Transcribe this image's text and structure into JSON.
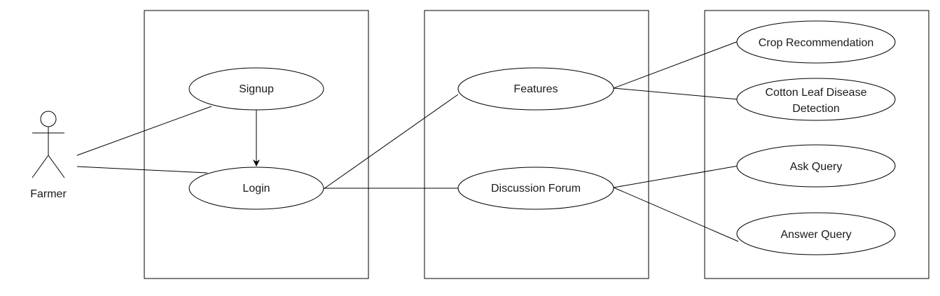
{
  "diagram": {
    "type": "use-case",
    "actor": {
      "name": "Farmer"
    },
    "use_cases": {
      "signup": "Signup",
      "login": "Login",
      "features": "Features",
      "discussion_forum": "Discussion Forum",
      "crop_recommendation": "Crop Recommendation",
      "cotton_leaf_line1": "Cotton Leaf Disease",
      "cotton_leaf_line2": "Detection",
      "ask_query": "Ask Query",
      "answer_query": "Answer Query"
    },
    "relationships": [
      {
        "from": "Farmer",
        "to": "Signup",
        "kind": "association"
      },
      {
        "from": "Farmer",
        "to": "Login",
        "kind": "association"
      },
      {
        "from": "Signup",
        "to": "Login",
        "kind": "directed"
      },
      {
        "from": "Login",
        "to": "Features",
        "kind": "association"
      },
      {
        "from": "Login",
        "to": "Discussion Forum",
        "kind": "association"
      },
      {
        "from": "Features",
        "to": "Crop Recommendation",
        "kind": "association"
      },
      {
        "from": "Features",
        "to": "Cotton Leaf Disease Detection",
        "kind": "association"
      },
      {
        "from": "Discussion Forum",
        "to": "Ask Query",
        "kind": "association"
      },
      {
        "from": "Discussion Forum",
        "to": "Answer Query",
        "kind": "association"
      }
    ]
  }
}
